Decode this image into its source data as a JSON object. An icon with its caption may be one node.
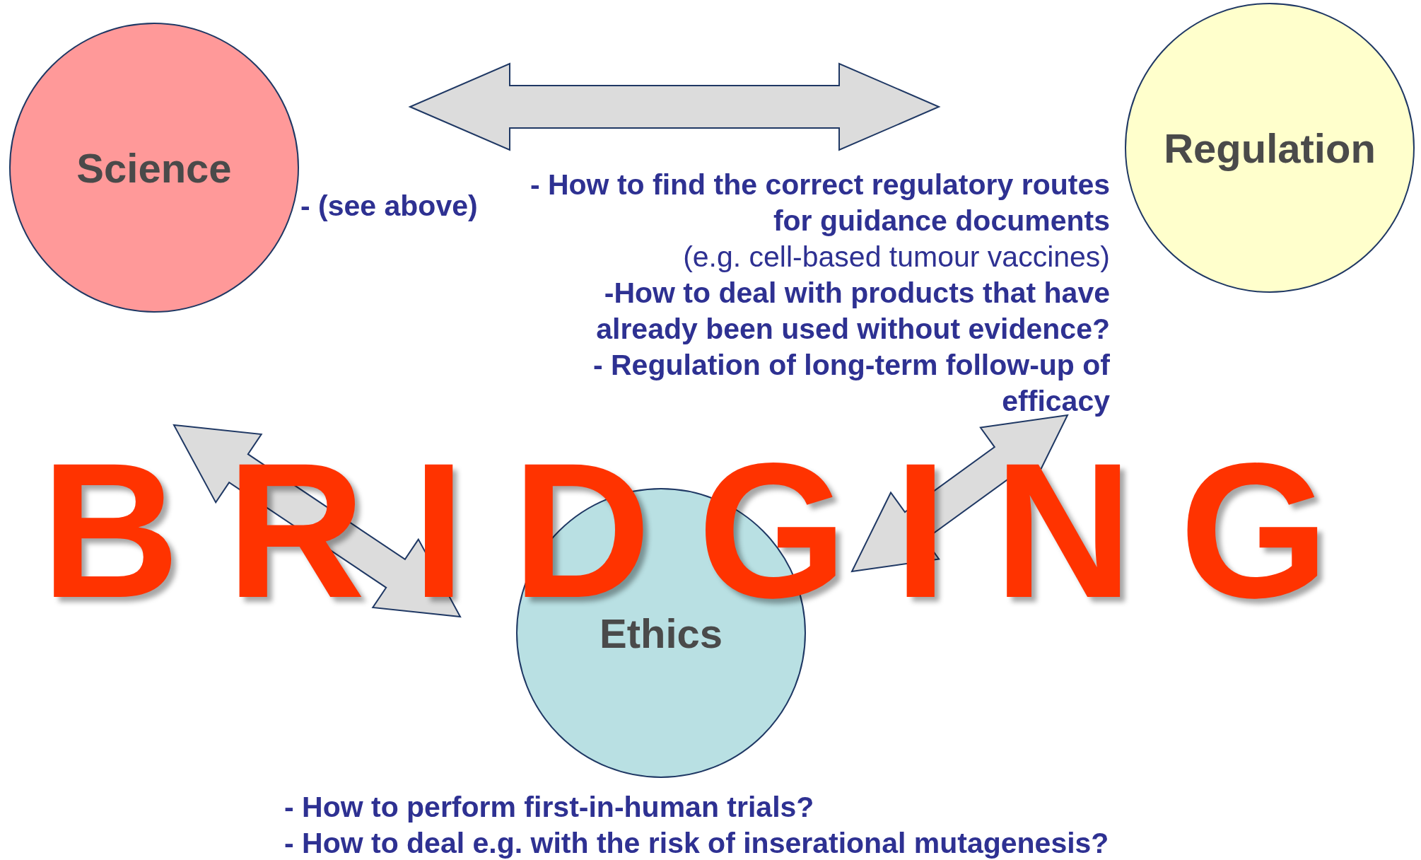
{
  "diagram": {
    "nodes": [
      {
        "text": [
          "Science"
        ],
        "beside": [
          "**- (see above)**"
        ]
      },
      {
        "text": [
          "Regulation"
        ],
        "beside": [
          "**- How to find the correct regulatory routes for guidance documents**",
          "(e.g. cell-based tumour vaccines)",
          "**-How to deal with products that have already been used without evidence?**",
          "**- Regulation of long-term follow-up of efficacy**"
        ]
      },
      {
        "text": [
          "Ethics"
        ],
        "beside": [
          "**- How to perform first-in-human trials?**",
          "**- How to deal e.g. with the risk of inserational mutagenesis?**"
        ]
      }
    ],
    "edges": [
      {
        "from": 0,
        "to": 1,
        "arrow": "both"
      },
      {
        "from": 0,
        "to": 2,
        "arrow": "both"
      },
      {
        "from": 2,
        "to": 1,
        "arrow": "both"
      }
    ],
    "labels": [
      "BRIDGING"
    ]
  }
}
